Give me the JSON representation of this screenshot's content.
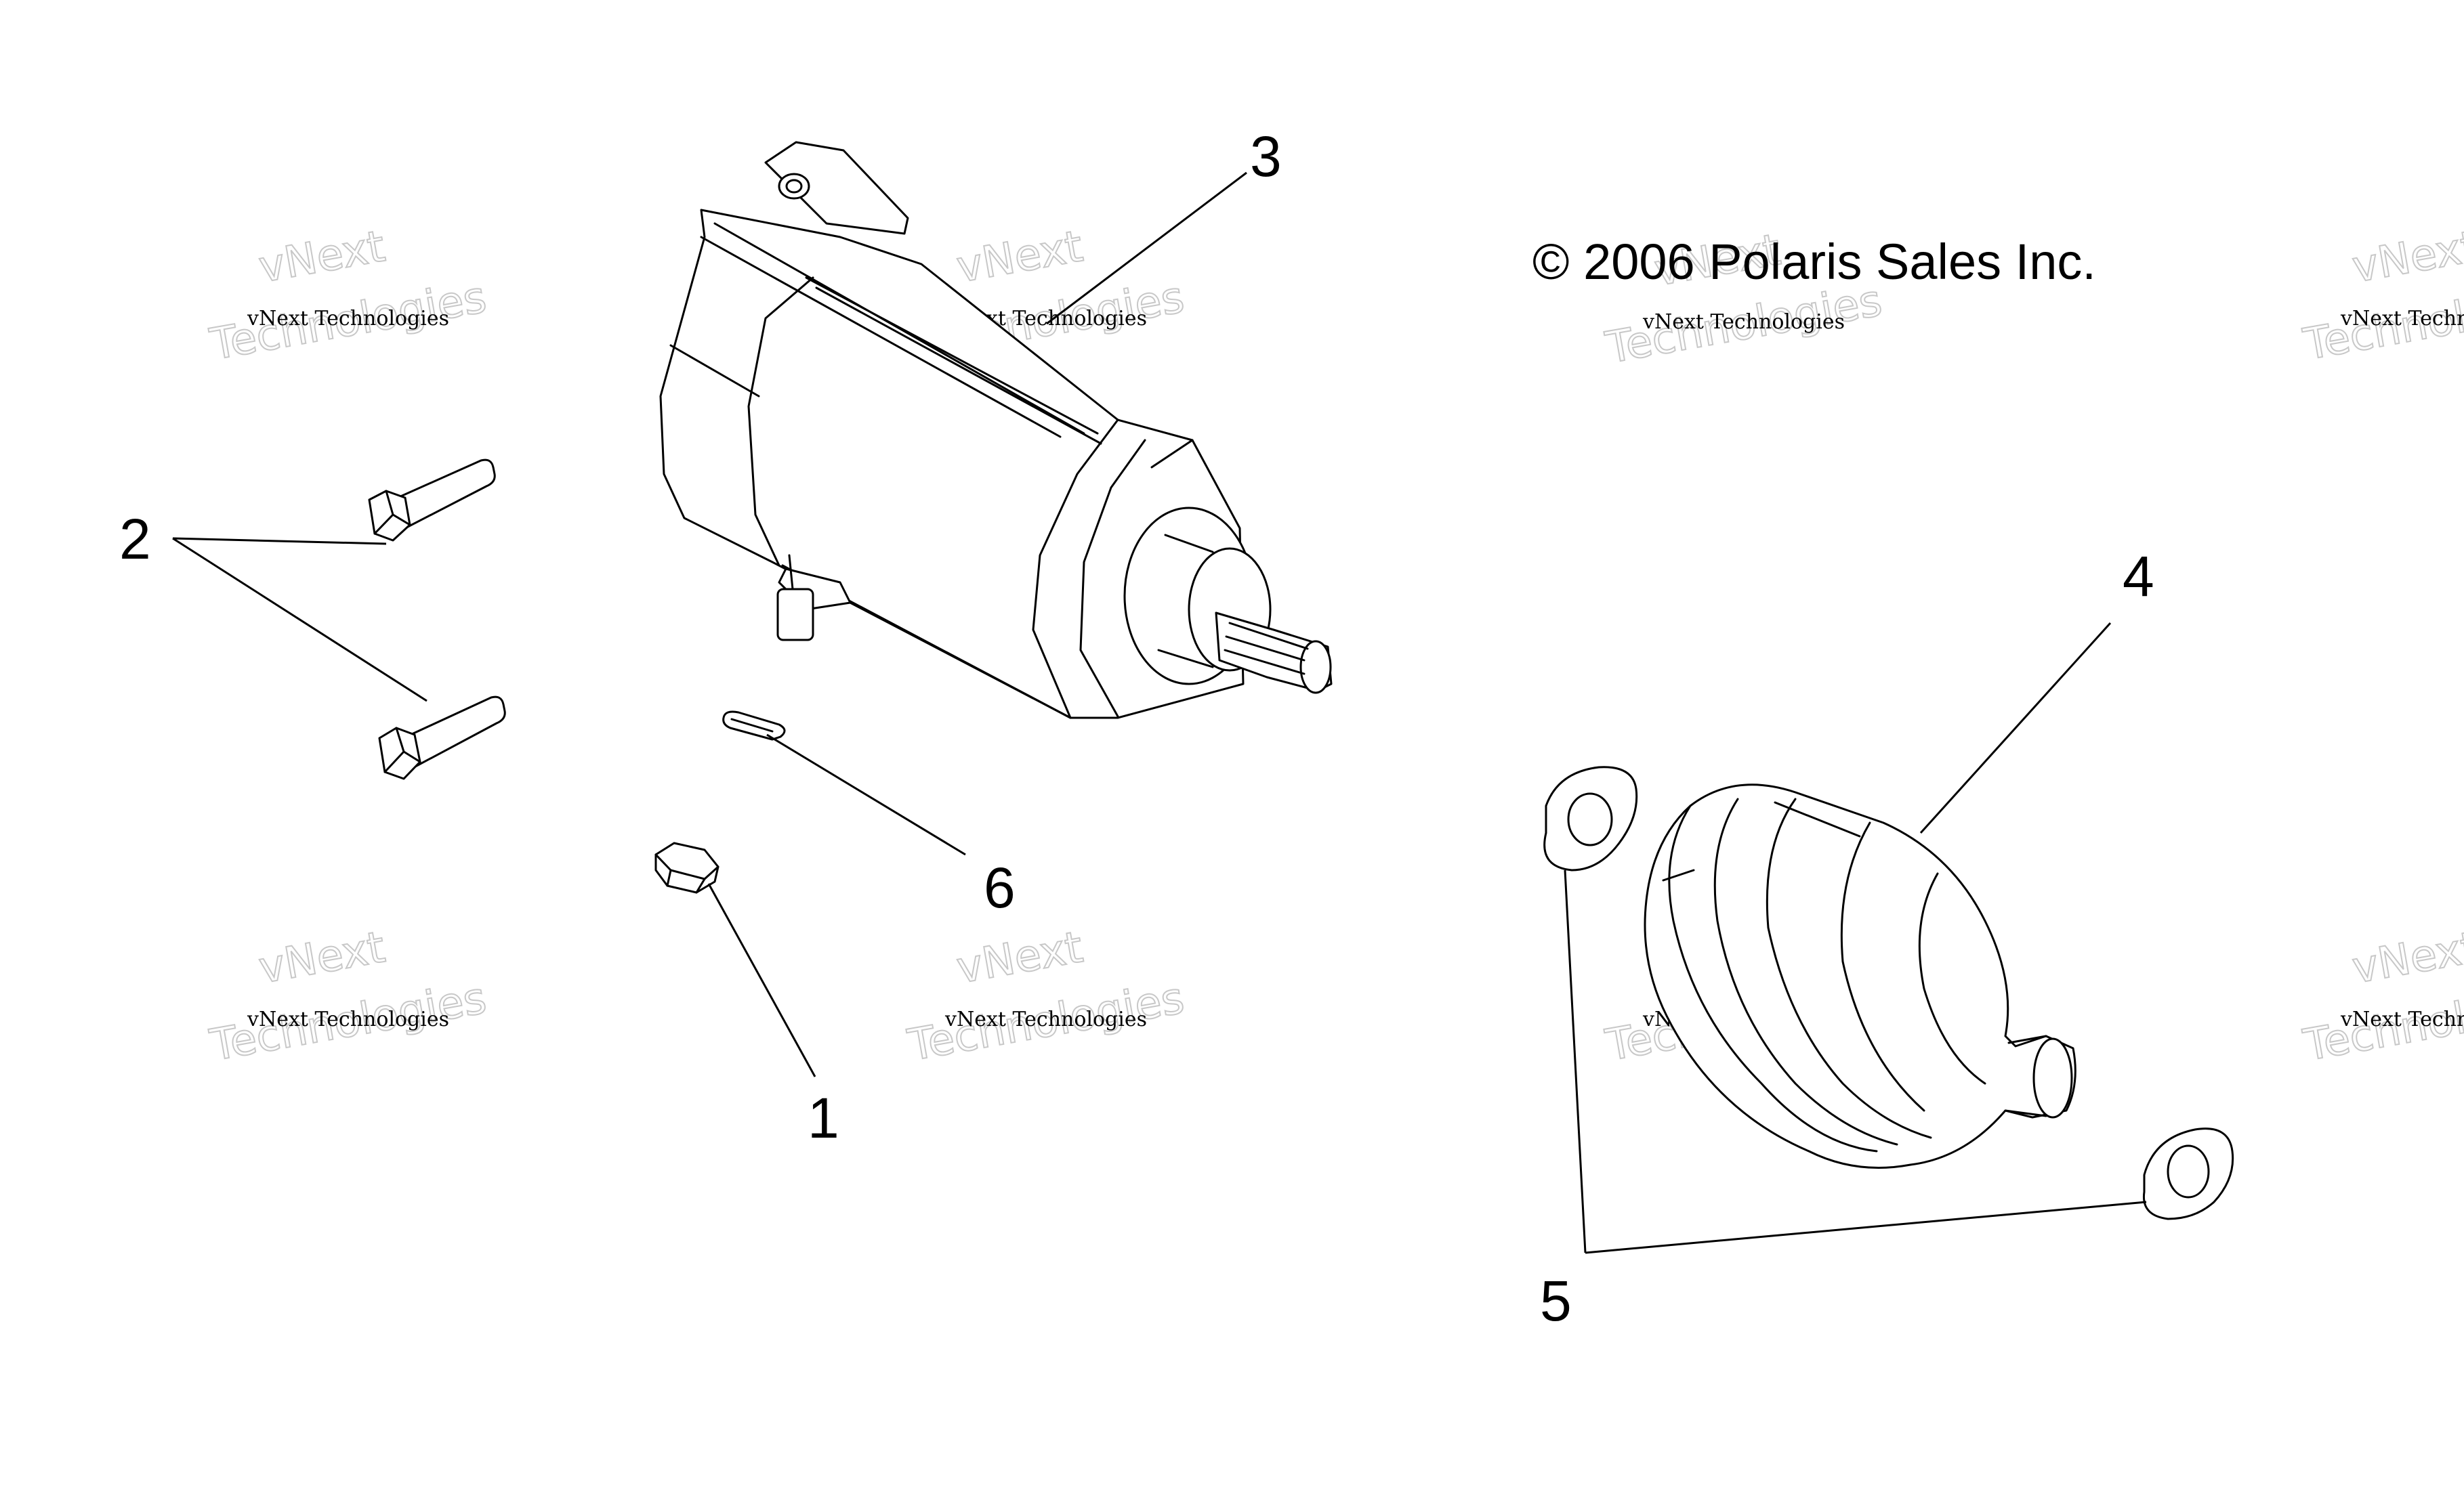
{
  "diagram": {
    "copyright": "© 2006 Polaris Sales Inc.",
    "callouts": [
      "1",
      "2",
      "3",
      "4",
      "5",
      "6"
    ],
    "watermark": {
      "brand": "vNext Technologies",
      "word1": "vNext",
      "word2": "Technologies"
    },
    "parts": [
      {
        "ref": "1",
        "icon": "hex-nut-icon"
      },
      {
        "ref": "2",
        "icon": "hex-bolt-icon"
      },
      {
        "ref": "3",
        "icon": "starter-motor-icon"
      },
      {
        "ref": "4",
        "icon": "starter-drive-icon"
      },
      {
        "ref": "5",
        "icon": "washer-icon"
      },
      {
        "ref": "6",
        "icon": "o-ring-icon"
      }
    ]
  }
}
